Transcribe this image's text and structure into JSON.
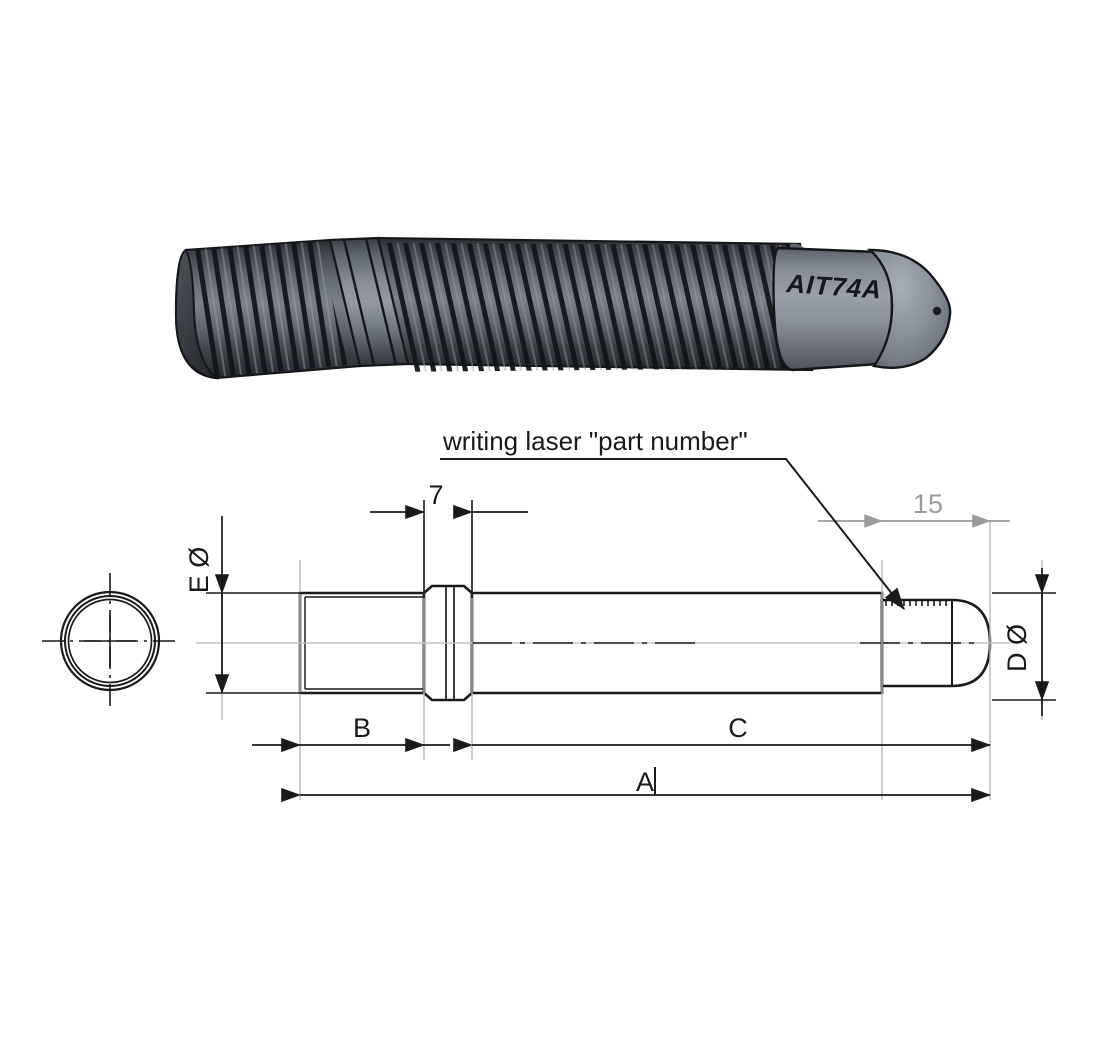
{
  "drawing": {
    "title_marking": "AIT74A",
    "note": {
      "label": "writing laser \"part number\"",
      "leader": "leader-line-to-marking-zone"
    },
    "dimensions": {
      "groove_width": "7",
      "marking_length": "15",
      "diameter_front": "E Ø",
      "diameter_body": "D Ø",
      "length_shank": "B",
      "length_body": "C",
      "length_overall": "A",
      "overall_caret": "|"
    },
    "views": {
      "render_view": "isometric-render-of-corrugated-sleeve",
      "end_view": "left-end-circular-section-view",
      "side_view": "side-elevation-section-view"
    },
    "colors": {
      "line": "#1a1a1a",
      "dim_gray": "#9b9b9b",
      "center_line": "#b4b4b4",
      "body_dark": "#3c4047",
      "body_mid": "#5a6069",
      "body_light": "#8b919b",
      "cap_light": "#8d939d",
      "background": "#ffffff"
    }
  }
}
